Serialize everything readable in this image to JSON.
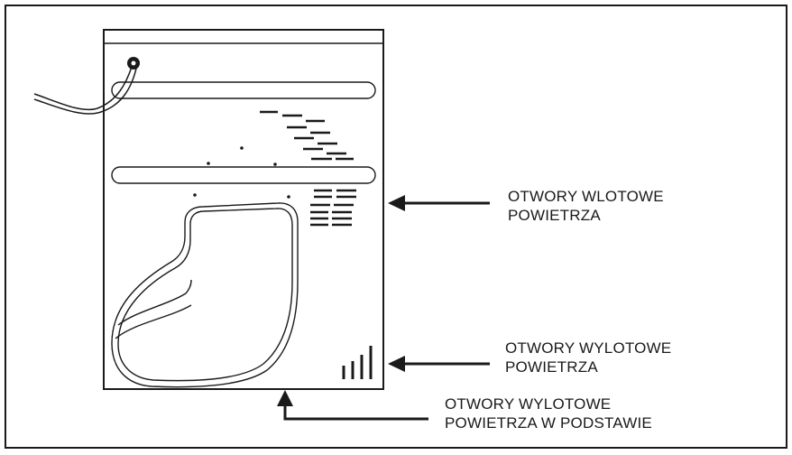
{
  "labels": {
    "inlet": {
      "line1": "OTWORY WLOTOWE",
      "line2": "POWIETRZA"
    },
    "outlet": {
      "line1": "OTWORY WYLOTOWE",
      "line2": "POWIETRZA"
    },
    "base_outlet": {
      "line1": "OTWORY WYLOTOWE",
      "line2": "POWIETRZA W PODSTAWIE"
    }
  },
  "colors": {
    "line": "#1a1a1a",
    "background": "#ffffff"
  }
}
